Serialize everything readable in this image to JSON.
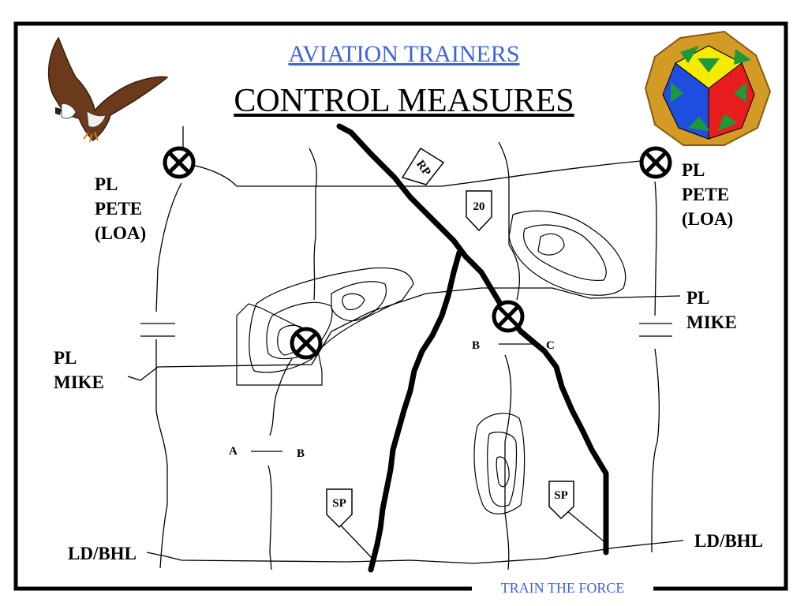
{
  "title": "AVIATION TRAINERS",
  "subtitle": "CONTROL MEASURES",
  "footer": "TRAIN THE FORCE",
  "colors": {
    "title": "#3b63e0",
    "footer": "#3b63e0",
    "route": "#000000"
  },
  "icons": {
    "top_left": "eagle-icon",
    "top_right": "unit-insignia-icon"
  },
  "labels": {
    "pl_pete_left": [
      "PL",
      "PETE",
      "(LOA)"
    ],
    "pl_pete_right": [
      "PL",
      "PETE",
      "(LOA)"
    ],
    "pl_mike_left": [
      "PL",
      "MIKE"
    ],
    "pl_mike_right": [
      "PL",
      "MIKE"
    ],
    "ld_bhl_left": "LD/BHL",
    "ld_bhl_right": "LD/BHL",
    "point_a": "A",
    "point_b_lower": "B",
    "point_b_upper": "B",
    "point_c": "C"
  },
  "markers": {
    "rp": "RP",
    "checkpoint": "20",
    "sp_left": "SP",
    "sp_right": "SP"
  }
}
